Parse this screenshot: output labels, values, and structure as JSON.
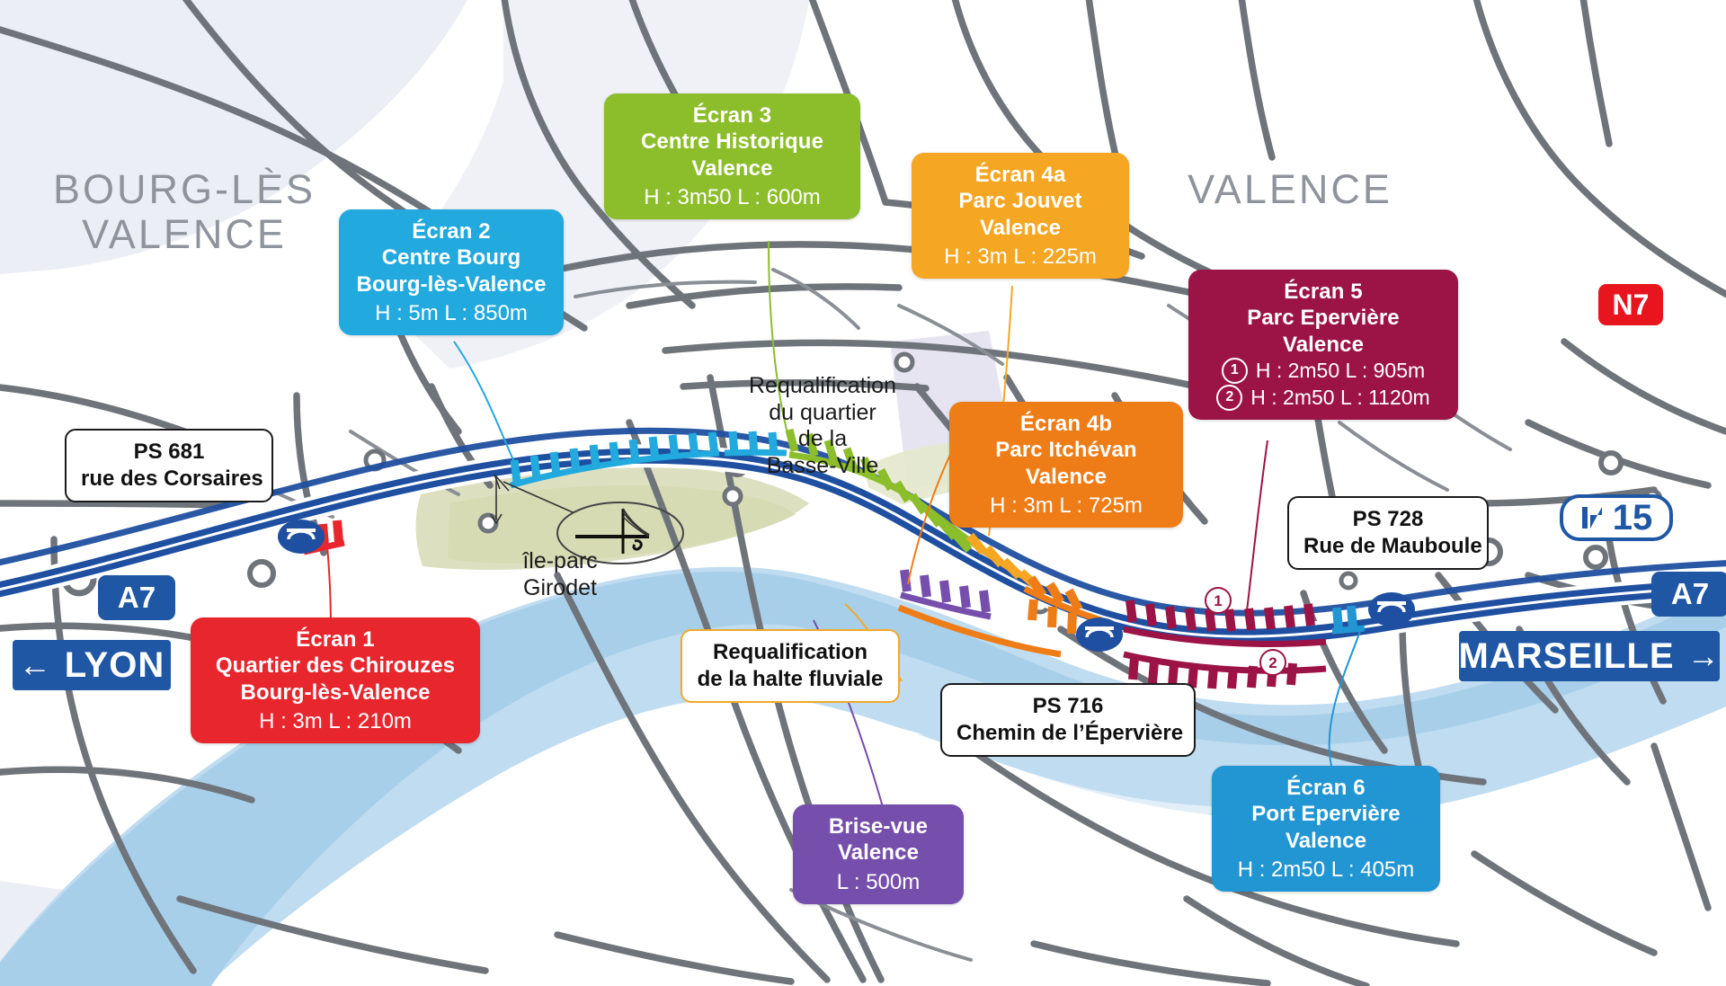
{
  "map": {
    "cities": [
      {
        "name": "bourg-les-valence",
        "line1": "BOURG-LÈS",
        "line2": "VALENCE"
      },
      {
        "name": "valence",
        "line1": "VALENCE",
        "line2": ""
      }
    ],
    "place_labels": [
      {
        "name": "requalification-basse-ville",
        "text": "Requalification\ndu quartier\nde la\nBasse-Ville"
      },
      {
        "name": "ile-parc-girodet",
        "text": "île-parc\nGirodet"
      }
    ],
    "road_signs": [
      {
        "name": "a7-shield-west",
        "label": "A7"
      },
      {
        "name": "lyon-direction-sign",
        "label": "LYON",
        "arrow": "←"
      },
      {
        "name": "a7-shield-east",
        "label": "A7"
      },
      {
        "name": "marseille-direction-sign",
        "label": "MARSEILLE",
        "arrow": "→"
      },
      {
        "name": "n7-shield",
        "label": "N7"
      },
      {
        "name": "exit-15-shield",
        "label": "15"
      }
    ]
  },
  "callouts": [
    {
      "name": "ecran-1",
      "color": "#e8262d",
      "title": "Écran 1",
      "line2": "Quartier des Chirouzes",
      "line3": "Bourg-lès-Valence",
      "dims": "H : 3m  L : 210m"
    },
    {
      "name": "ecran-2",
      "color": "#22a9dd",
      "title": "Écran 2",
      "line2": "Centre Bourg",
      "line3": "Bourg-lès-Valence",
      "dims": "H : 5m  L : 850m"
    },
    {
      "name": "ecran-3",
      "color": "#8cbe2b",
      "title": "Écran 3",
      "line2": "Centre Historique",
      "line3": "Valence",
      "dims": "H : 3m50  L : 600m"
    },
    {
      "name": "ecran-4a",
      "color": "#f5a623",
      "title": "Écran 4a",
      "line2": "Parc Jouvet",
      "line3": "Valence",
      "dims": "H : 3m  L : 225m"
    },
    {
      "name": "ecran-4b",
      "color": "#ef7d17",
      "title": "Écran 4b",
      "line2": "Parc Itchévan",
      "line3": "Valence",
      "dims": "H : 3m  L : 725m"
    },
    {
      "name": "ecran-5",
      "color": "#9c1345",
      "title": "Écran 5",
      "line2": "Parc Epervière",
      "line3": "Valence",
      "rows": [
        {
          "num": "1",
          "dims": "H : 2m50    L : 905m"
        },
        {
          "num": "2",
          "dims": "H : 2m50    L : 1120m"
        }
      ]
    },
    {
      "name": "ecran-6",
      "color": "#2296d3",
      "title": "Écran 6",
      "line2": "Port Epervière",
      "line3": "Valence",
      "dims": "H : 2m50  L : 405m"
    },
    {
      "name": "brise-vue",
      "color": "#764fad",
      "title": "Brise-vue",
      "line2": "Valence",
      "line3": "",
      "dims": "L : 500m"
    }
  ],
  "ps_boxes": [
    {
      "name": "ps-681",
      "line1": "PS 681",
      "line2": "rue des Corsaires",
      "border": "#1a1a1a"
    },
    {
      "name": "ps-728",
      "line1": "PS 728",
      "line2": "Rue de Mauboule",
      "border": "#1a1a1a"
    },
    {
      "name": "ps-716",
      "line1": "PS 716",
      "line2": "Chemin de l’Épervière",
      "border": "#1a1a1a"
    },
    {
      "name": "requalification-halte-fluviale",
      "line1": "Requalification",
      "line2": "de la halte fluviale",
      "border": "#f0a92a"
    }
  ],
  "markers": [
    {
      "name": "barrier-marker-1",
      "label": "1"
    },
    {
      "name": "barrier-marker-2",
      "label": "2"
    }
  ]
}
